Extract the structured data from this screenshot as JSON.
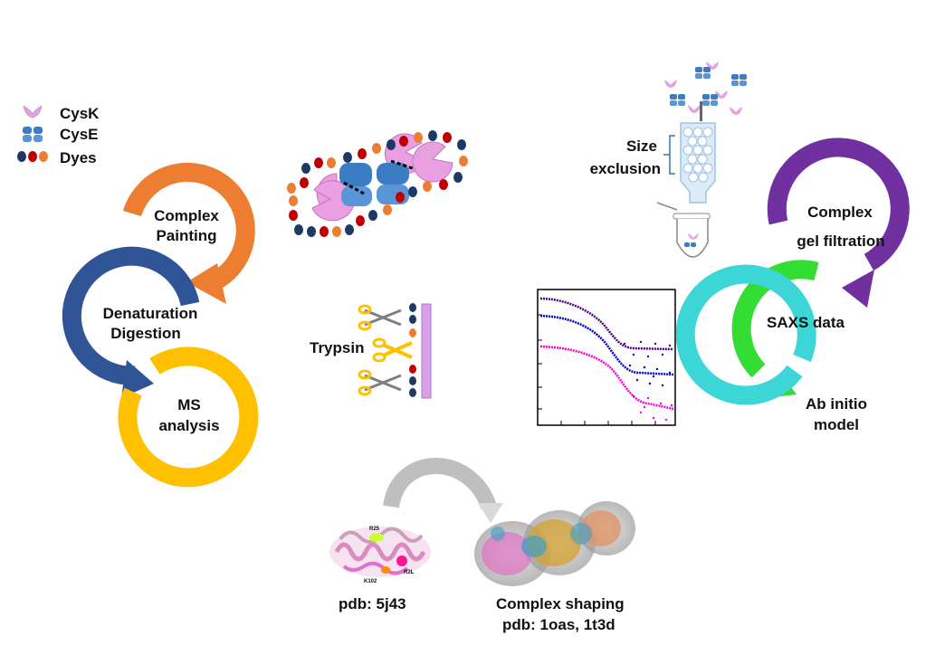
{
  "legend": {
    "items": [
      {
        "label": "CysK",
        "icon": "cysk-icon"
      },
      {
        "label": "CysE",
        "icon": "cyse-icon"
      },
      {
        "label": "Dyes",
        "icon": "dyes-icon"
      }
    ]
  },
  "left_cycle": {
    "step1": [
      "Complex",
      "Painting"
    ],
    "step2": [
      "Denaturation",
      "Digestion"
    ],
    "step3": [
      "MS",
      "analysis"
    ],
    "colors": {
      "step1": "#ED7D31",
      "step2": "#2F5597",
      "step3": "#FFC000"
    }
  },
  "right_cycle": {
    "step1": [
      "Complex",
      "gel filtration"
    ],
    "step2": [
      "SAXS data"
    ],
    "step3": [
      "Ab initio",
      "model"
    ],
    "colors": {
      "step1": "#7030A0",
      "step2": "#33DD33",
      "step3": "#3DD6D6"
    }
  },
  "trypsin": {
    "label": "Trypsin"
  },
  "size_exclusion": {
    "line1": "Size",
    "line2": "exclusion"
  },
  "structures": {
    "left_caption": "pdb: 5j43",
    "right_caption_1": "Complex shaping",
    "right_caption_2": "pdb: 1oas, 1t3d",
    "residue_labels": [
      "R25",
      "K102",
      "R2L"
    ]
  },
  "saxs_plot": {
    "curve_colors": [
      "#4B0082",
      "#0000CD",
      "#FF00CC"
    ]
  }
}
